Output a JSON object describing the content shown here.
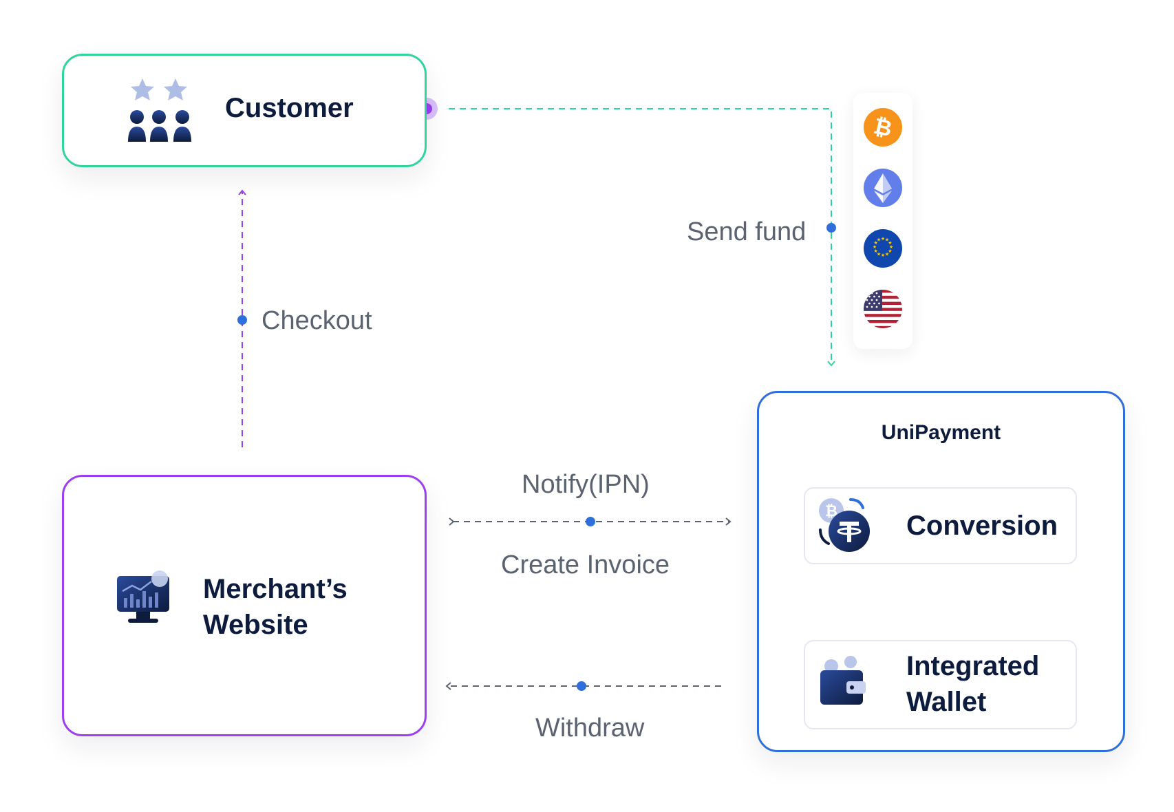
{
  "nodes": {
    "customer": {
      "label": "Customer"
    },
    "merchant": {
      "label": "Merchant’s\nWebsite"
    },
    "unipayment": {
      "label": "UniPayment",
      "conversion": {
        "label": "Conversion"
      },
      "wallet": {
        "label": "Integrated\nWallet"
      }
    }
  },
  "edges": {
    "checkout": {
      "label": "Checkout"
    },
    "send_fund": {
      "label": "Send fund"
    },
    "notify": {
      "label": "Notify(IPN)"
    },
    "create_invoice": {
      "label": "Create Invoice"
    },
    "withdraw": {
      "label": "Withdraw"
    }
  },
  "currencies": [
    {
      "name": "bitcoin-icon",
      "color": "#f7931a"
    },
    {
      "name": "ethereum-icon",
      "color": "#627eea"
    },
    {
      "name": "euro-flag-icon",
      "color": "#0f47af"
    },
    {
      "name": "us-flag-icon",
      "color": "#b22234"
    }
  ],
  "colors": {
    "customer_border": "#2fd59a",
    "merchant_border": "#9b3ff0",
    "unipayment_border": "#2f6fdc",
    "connector_dot": "#2f6fdc",
    "title_text": "#0d1b3d",
    "edge_text": "#5b6270"
  }
}
